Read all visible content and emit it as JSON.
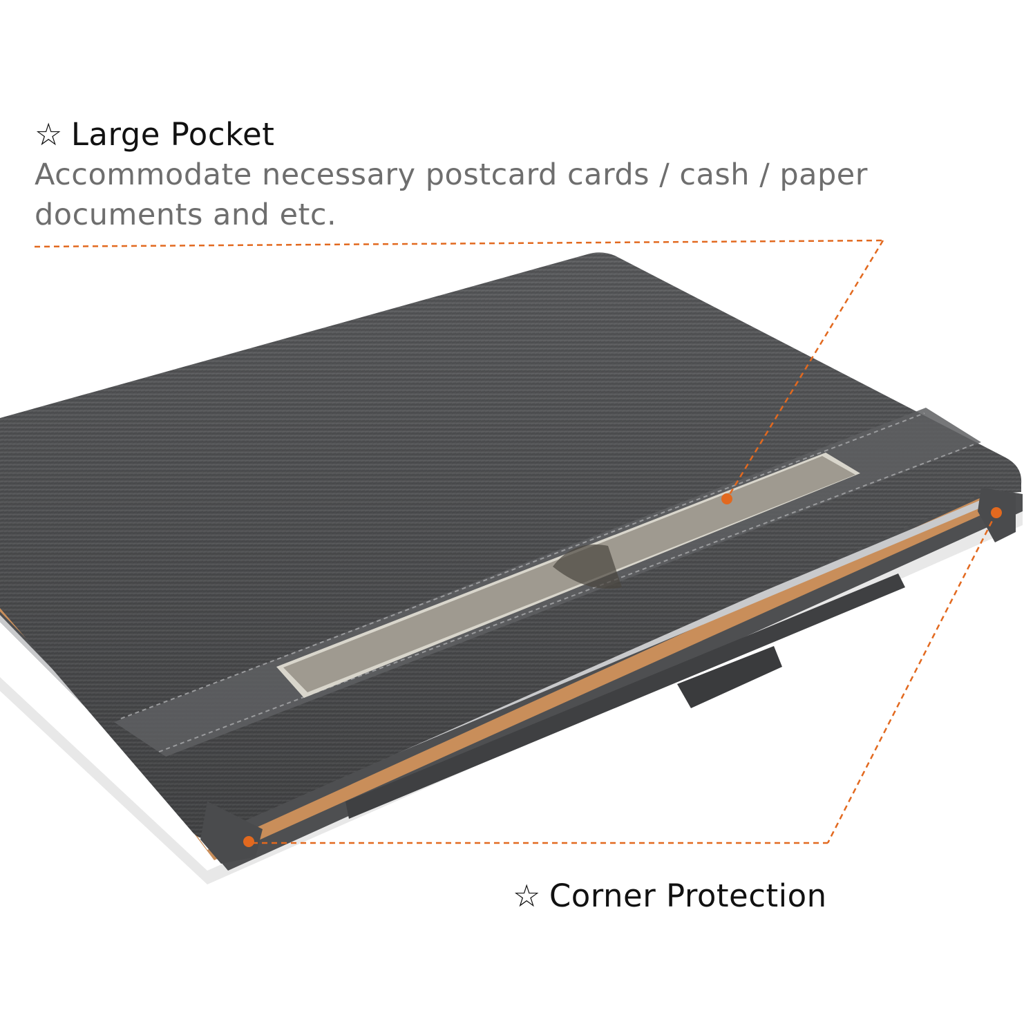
{
  "features": {
    "large_pocket": {
      "star_icon": "star-outline-icon",
      "title": "Large Pocket",
      "description": "Accommodate necessary postcard cards / cash / paper documents and etc."
    },
    "corner_protection": {
      "star_icon": "star-outline-icon",
      "title": "Corner Protection"
    }
  },
  "product_photo": {
    "cover_color": "#5a5a5c",
    "lining_color": "#c98e5a",
    "callout_color": "#e2691f"
  }
}
